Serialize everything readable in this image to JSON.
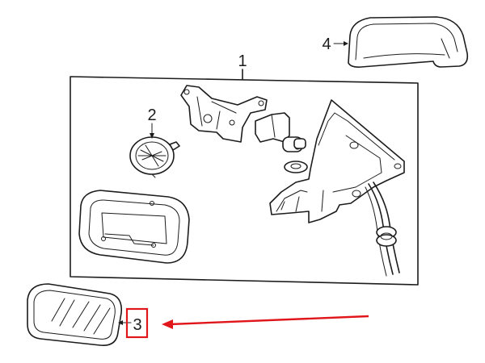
{
  "callouts": {
    "assembly": "1",
    "motor": "2",
    "glass": "3",
    "cover": "4"
  },
  "colors": {
    "line": "#1c1c1c",
    "highlight": "#e0161b",
    "background": "#ffffff"
  }
}
